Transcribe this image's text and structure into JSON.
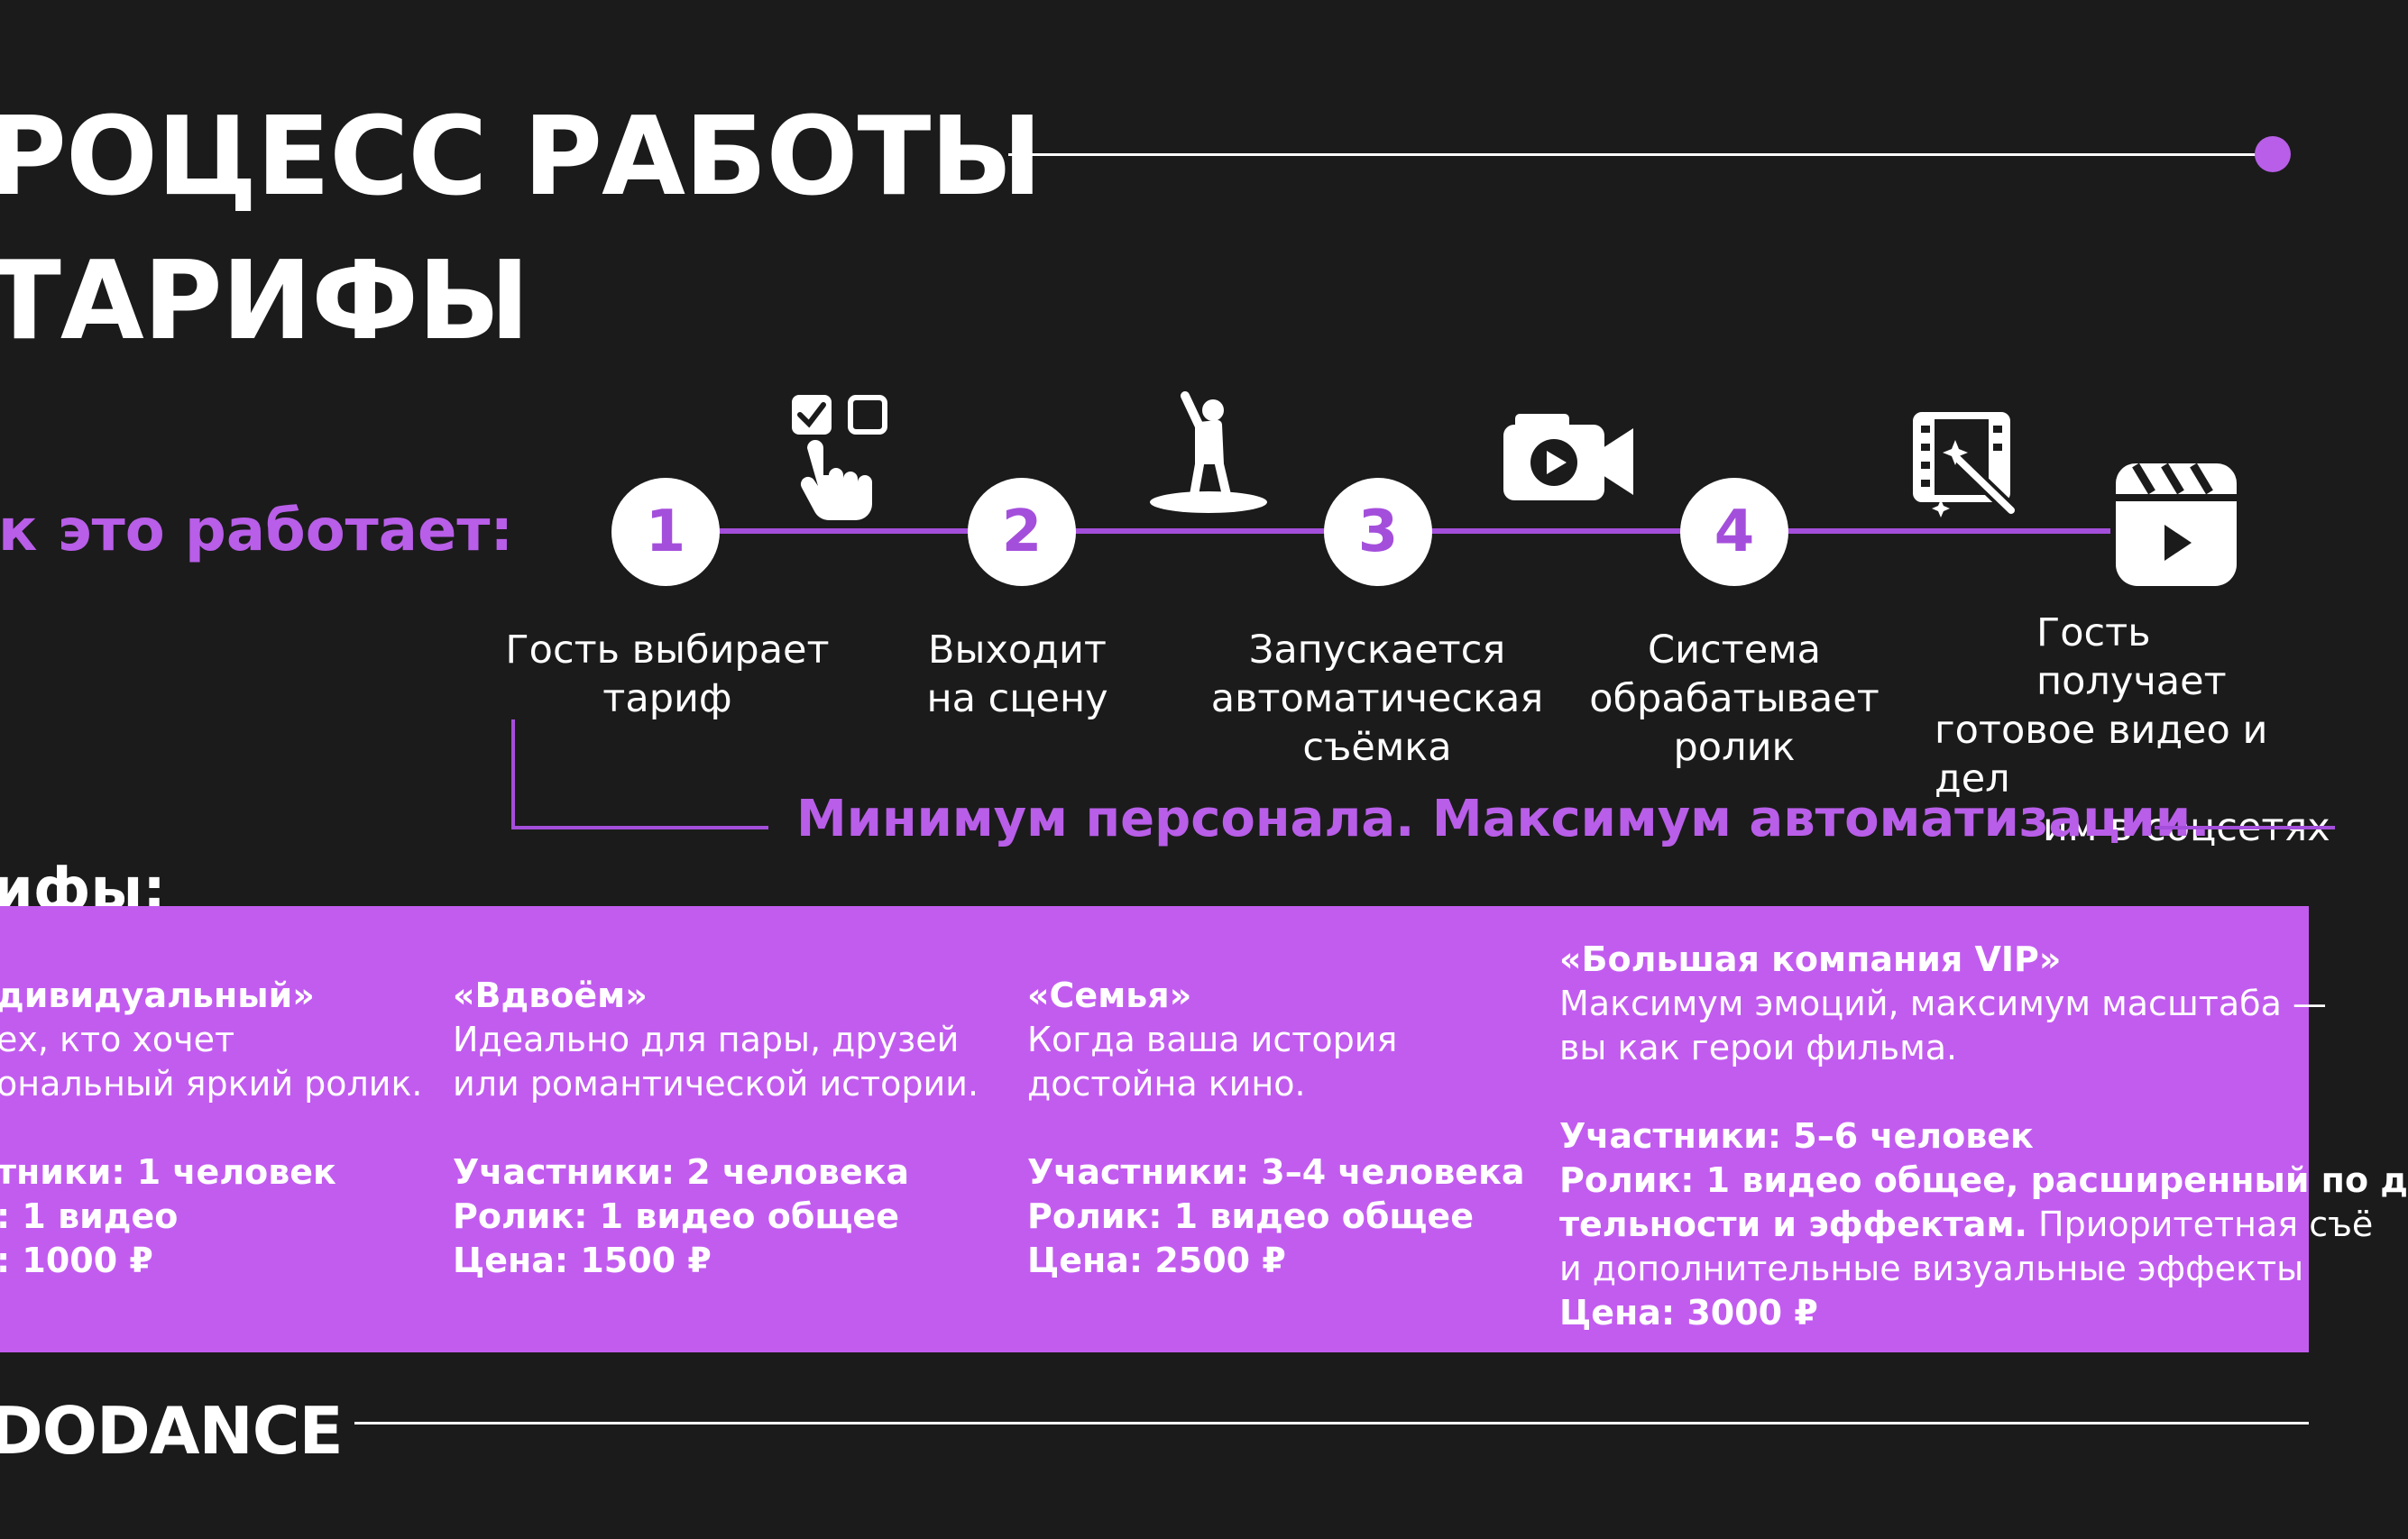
{
  "header": {
    "title_line1": "РОЦЕСС РАБОТЫ",
    "title_line2": "ТАРИФЫ"
  },
  "how": {
    "label": "к это работает:"
  },
  "steps": [
    {
      "num": "1",
      "text_lines": [
        "Гость выбирает",
        "тариф"
      ],
      "icon": "choose-tariff-icon"
    },
    {
      "num": "2",
      "text_lines": [
        "Выходит",
        "на сцену"
      ],
      "icon": "stage-person-icon"
    },
    {
      "num": "3",
      "text_lines": [
        "Запускается",
        "автоматическая",
        "съёмка"
      ],
      "icon": "video-camera-icon"
    },
    {
      "num": "4",
      "text_lines": [
        "Система",
        "обрабатывает",
        "ролик"
      ],
      "icon": "video-magic-icon"
    },
    {
      "num": "",
      "text_lines": [
        "Гость получает",
        "готовое видео и дел",
        "им в соцсетях"
      ],
      "icon": "clapperboard-play-icon"
    }
  ],
  "slogan": "Минимум персонала. Максимум автоматизации.",
  "tariffs": {
    "heading": "ифы:",
    "cards": [
      {
        "name": "дивидуальный»",
        "desc_lines": [
          "ех, кто хочет",
          "ональный яркий ролик."
        ],
        "participants": "тники: 1 человек",
        "video": ": 1 видео",
        "price": ": 1000 ₽"
      },
      {
        "name": "«Вдвоём»",
        "desc_lines": [
          "Идеально для пары, друзей",
          "или романтической истории."
        ],
        "participants": "Участники: 2 человека",
        "video": "Ролик: 1 видео общее",
        "price": "Цена: 1500 ₽"
      },
      {
        "name": "«Семья»",
        "desc_lines": [
          "Когда ваша история",
          "достойна кино."
        ],
        "participants": "Участники: 3–4 человека",
        "video": "Ролик: 1 видео общее",
        "price": "Цена: 2500 ₽"
      },
      {
        "name": "«Большая компания VIP»",
        "desc_lines": [
          "Максимум эмоций, максимум масштаба —",
          "вы как герои фильма."
        ],
        "participants": "Участники: 5–6 человек",
        "video_bold_1": "Ролик: 1 видео общее, расширенный по д",
        "video_bold_2": "тельности и эффектам.",
        "video_rest_2": " Приоритетная съё",
        "video_rest_3": "и дополнительные визуальные эффекты",
        "price": "Цена: 3000 ₽"
      }
    ]
  },
  "footer": {
    "brand": "DODANCE"
  },
  "colors": {
    "accent": "#b85ee8",
    "band": "#c25cef",
    "background": "#1b1b1b"
  }
}
